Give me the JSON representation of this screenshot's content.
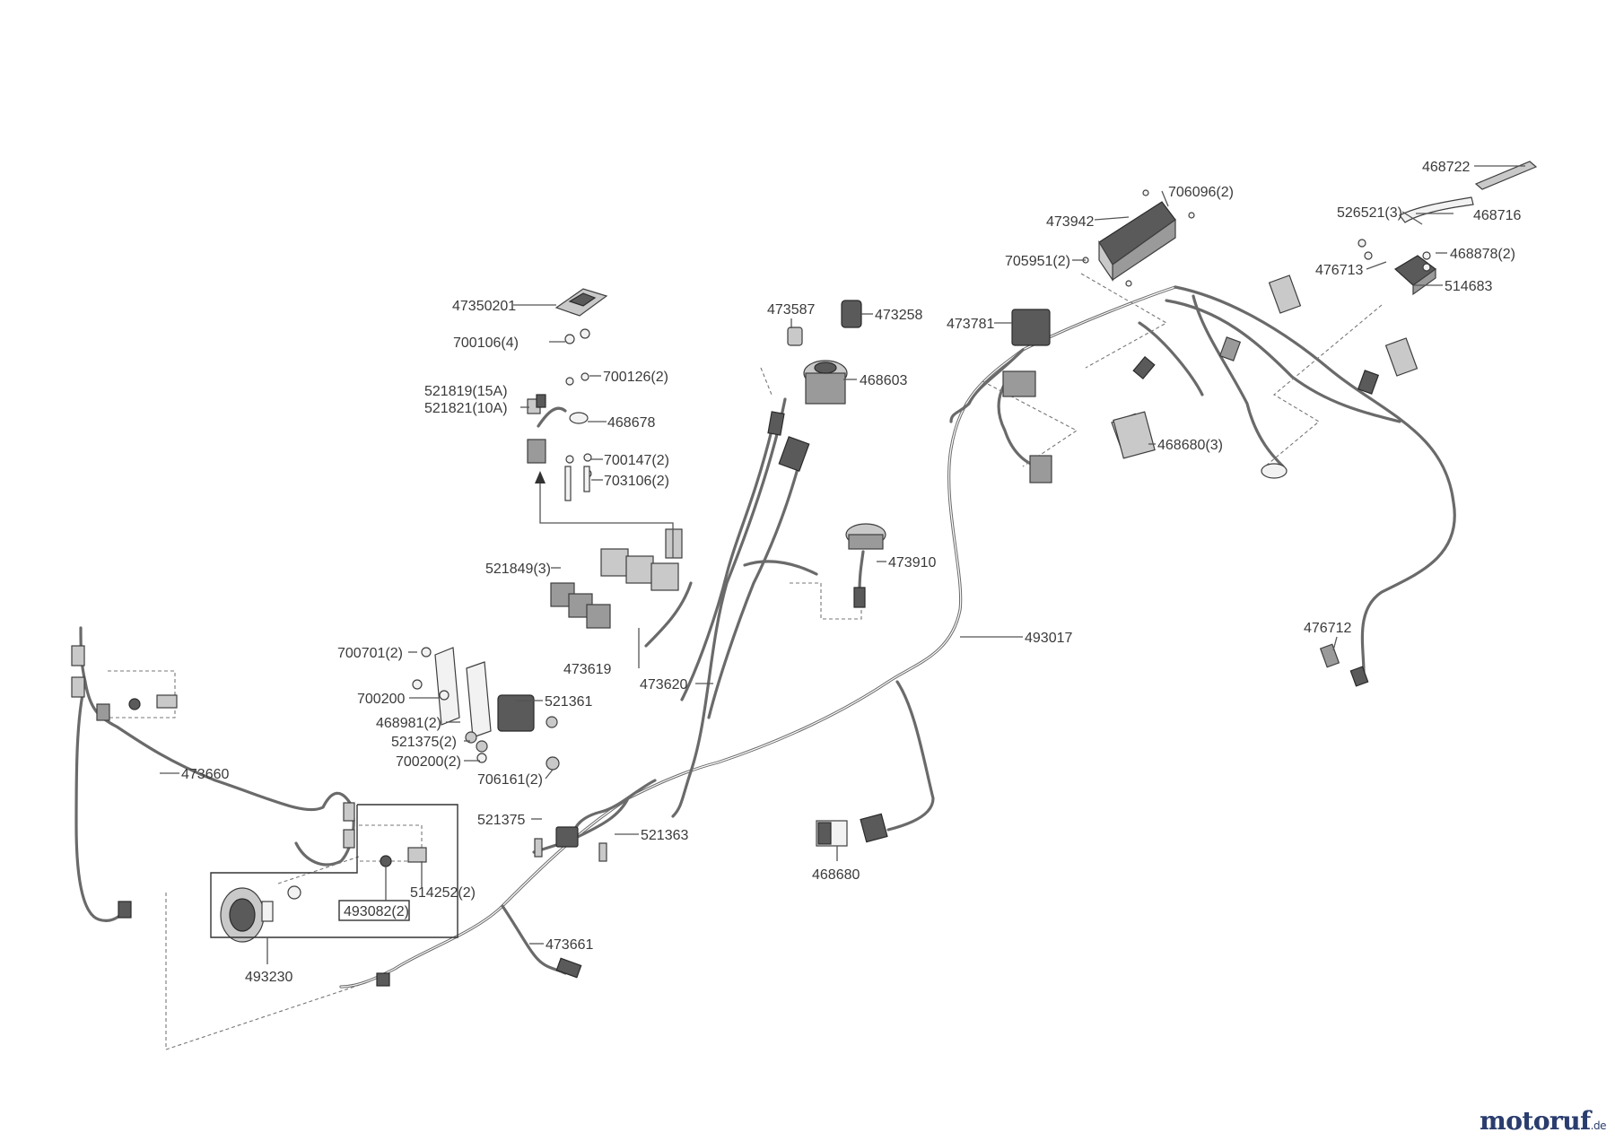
{
  "labels": {
    "p468722": "468722",
    "p706096": "706096(2)",
    "p473942": "473942",
    "p526521": "526521(3)",
    "p468716": "468716",
    "p705951": "705951(2)",
    "p468878": "468878(2)",
    "p476713": "476713",
    "p514683": "514683",
    "p473587": "473587",
    "p473258": "473258",
    "p47350201": "47350201",
    "p473781": "473781",
    "p700106": "700106(4)",
    "p468603": "468603",
    "p700126": "700126(2)",
    "p521819": "521819(15A)",
    "p521821": "521821(10A)",
    "p468678": "468678",
    "p468680_3": "468680(3)",
    "p700147": "700147(2)",
    "p703106": "703106(2)",
    "p473910": "473910",
    "p521849": "521849(3)",
    "p493017": "493017",
    "p476712": "476712",
    "p473619": "473619",
    "p473620": "473620",
    "p700701": "700701(2)",
    "p521361": "521361",
    "p700200a": "700200",
    "p468981": "468981(2)",
    "p521375a": "521375(2)",
    "p700200b": "700200(2)",
    "p473660": "473660",
    "p706161": "706161(2)",
    "p521375b": "521375",
    "p521363": "521363",
    "p468680": "468680",
    "p514252": "514252(2)",
    "p493082": "493082(2)",
    "p473661": "473661",
    "p493230": "493230"
  },
  "watermark": {
    "brand": "motoruf",
    "tld": ".de"
  },
  "colors": {
    "line": "#555555",
    "harness": "#6a6a6a",
    "wm_blue": "#2a3d6e",
    "wm_orange": "#e07b22"
  }
}
